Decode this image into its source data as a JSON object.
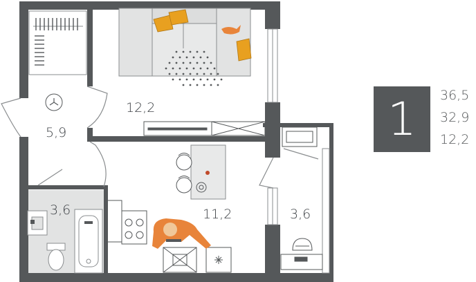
{
  "rooms": {
    "living": "12,2",
    "hall": "5,9",
    "bathroom": "3,6",
    "kitchen": "11,2",
    "balcony": "3,6"
  },
  "summary": {
    "room_count": "1",
    "total_area": "36,5",
    "living_area": "32,9",
    "room_area": "12,2"
  },
  "colors": {
    "wall": "#55585a",
    "accent": "#e8a020",
    "person": "#e8843a",
    "tile": "#e2e3e3",
    "line": "#8a8d8f"
  }
}
